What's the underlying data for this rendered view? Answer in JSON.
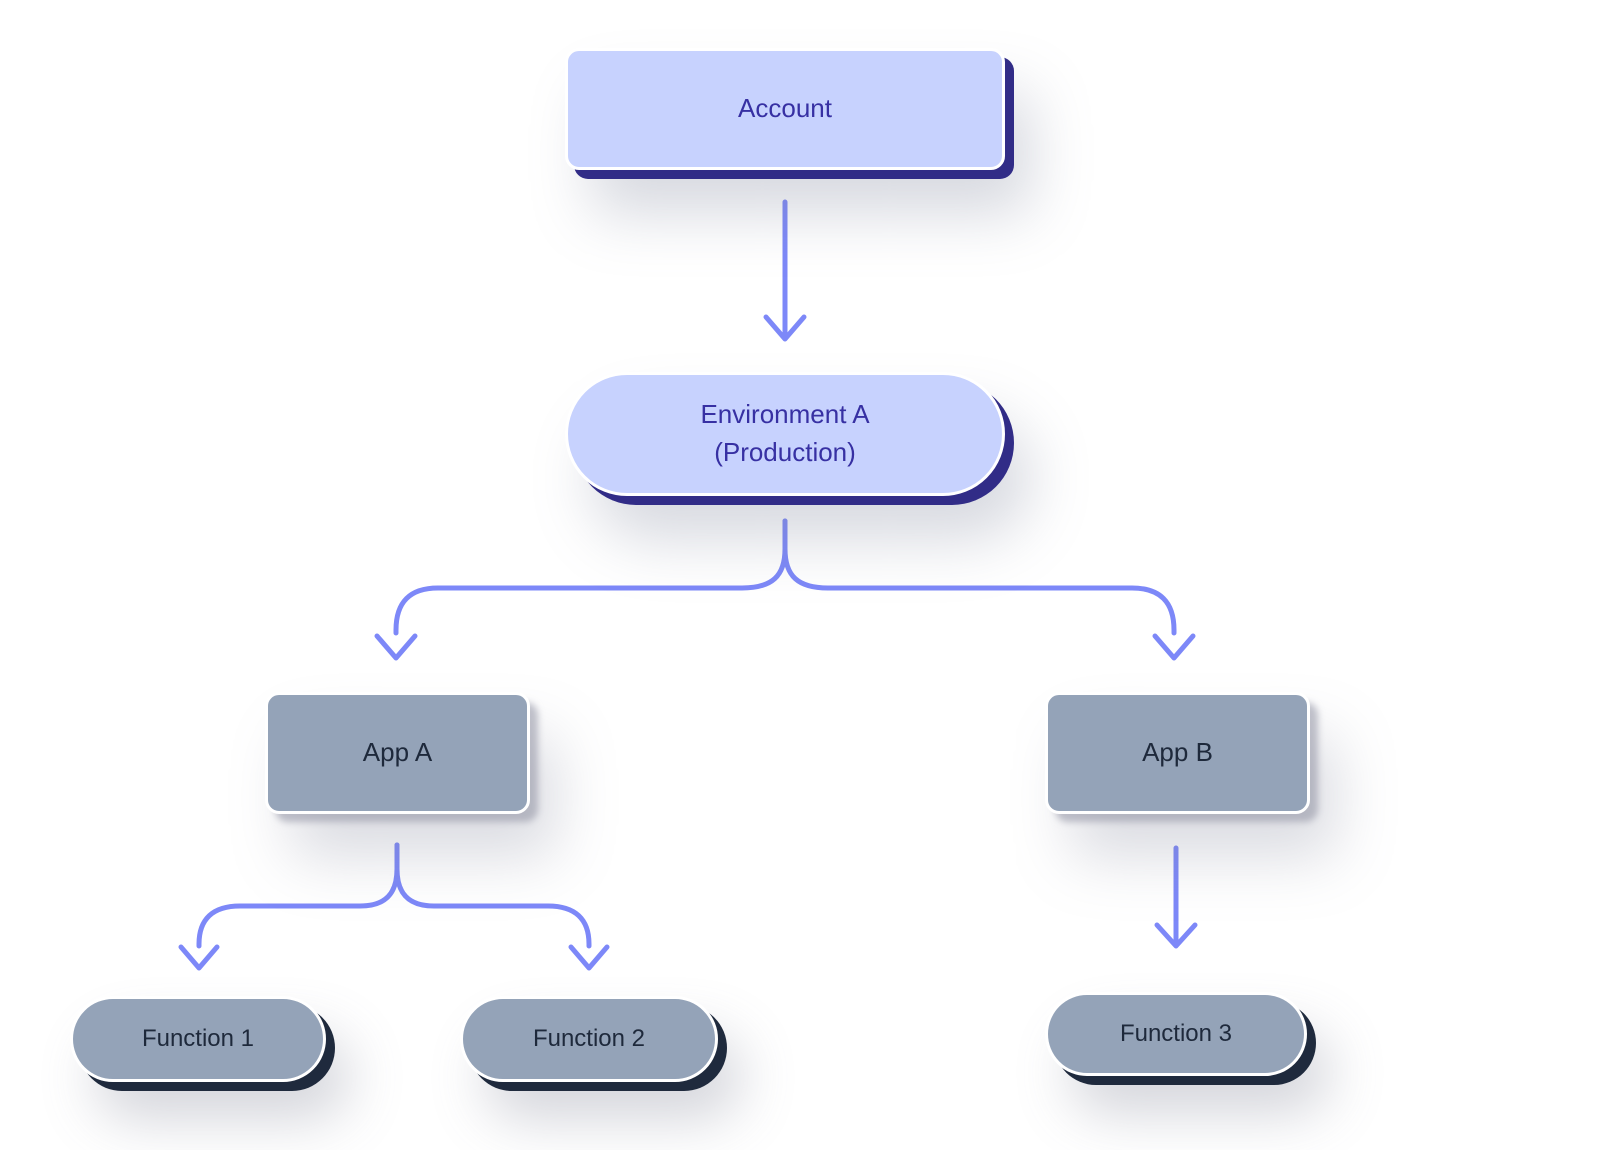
{
  "diagram": {
    "type": "hierarchy-flowchart",
    "description": "Account resource hierarchy diagram",
    "edges": [
      {
        "from": "account",
        "to": "environment"
      },
      {
        "from": "environment",
        "to": "app_a"
      },
      {
        "from": "environment",
        "to": "app_b"
      },
      {
        "from": "app_a",
        "to": "function_1"
      },
      {
        "from": "app_a",
        "to": "function_2"
      },
      {
        "from": "app_b",
        "to": "function_3"
      }
    ]
  },
  "nodes": {
    "account": {
      "label": "Account"
    },
    "environment": {
      "label_line1": "Environment A",
      "label_line2": "(Production)"
    },
    "app_a": {
      "label": "App A"
    },
    "app_b": {
      "label": "App B"
    },
    "function_1": {
      "label": "Function 1"
    },
    "function_2": {
      "label": "Function 2"
    },
    "function_3": {
      "label": "Function 3"
    }
  },
  "colors": {
    "connector": "#7d88f8",
    "primary_fill": "#c7d2fe",
    "primary_shadow": "#312c87",
    "primary_text": "#3730a3",
    "secondary_fill": "#94a3b8",
    "secondary_shadow_light": "#d2d3da",
    "tertiary_shadow_dark": "#1f2a3d",
    "secondary_text": "#1e293b",
    "background": "#ffffff"
  }
}
